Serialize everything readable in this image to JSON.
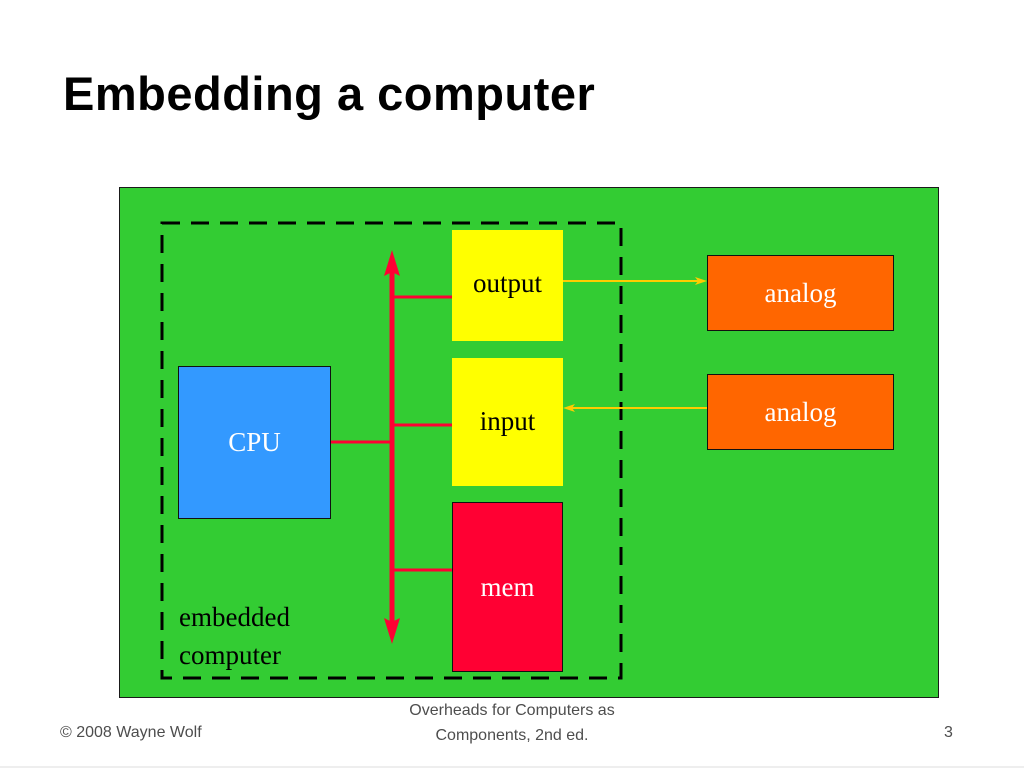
{
  "slide": {
    "title": "Embedding a computer",
    "page_number": "3"
  },
  "diagram": {
    "colors": {
      "background": "#33cc33",
      "bus": "#ff0033",
      "io_link": "#ffcc00",
      "cpu": "#3399ff",
      "io_block": "#ffff00",
      "mem": "#ff0033",
      "analog": "#ff6600",
      "boundary": "#000000"
    },
    "blocks": {
      "cpu": "CPU",
      "output": "output",
      "input": "input",
      "mem": "mem",
      "analog_out": "analog",
      "analog_in": "analog"
    },
    "boundary_label_line1": "embedded",
    "boundary_label_line2": "computer"
  },
  "footer": {
    "copyright": "© 2008 Wayne Wolf",
    "course_line1": "Overheads for Computers as",
    "course_line2": "Components, 2nd ed."
  }
}
